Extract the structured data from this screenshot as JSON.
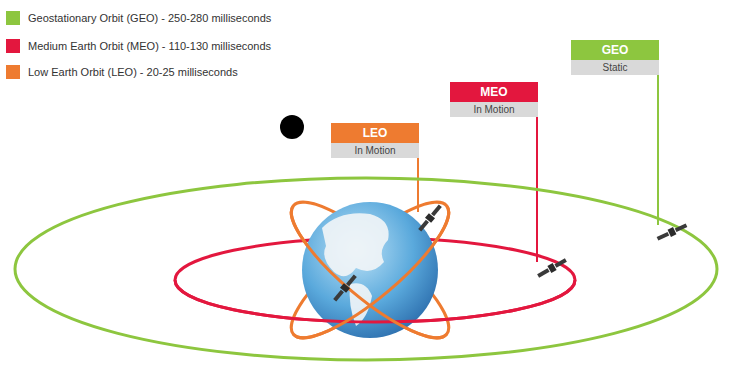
{
  "diagram": {
    "nodes": [
      {
        "text": [
          "LEO",
          "In Motion"
        ]
      },
      {
        "text": [
          "MEO",
          "In Motion"
        ]
      },
      {
        "text": [
          "GEO",
          "Static"
        ]
      }
    ],
    "legend": [
      {
        "text": "Geostationary Orbit (GEO) - 250-280 milliseconds",
        "color": "#8dc63f"
      },
      {
        "text": "Medium Earth Orbit (MEO) - 110-130 milliseconds",
        "color": "#e3173e"
      },
      {
        "text": "Low Earth Orbit (LEO) - 20-25 milliseconds",
        "color": "#ee7b30"
      }
    ]
  }
}
